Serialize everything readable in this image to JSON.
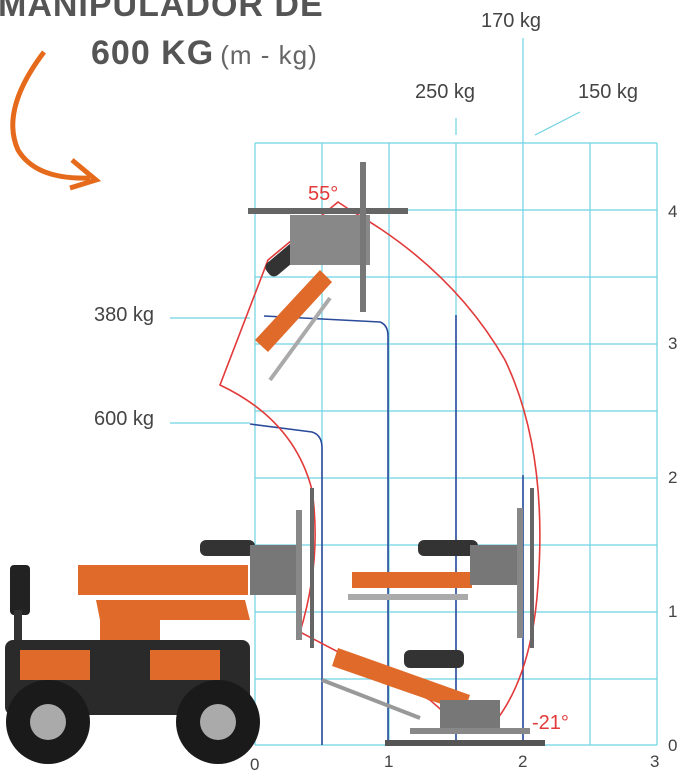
{
  "title": {
    "line1": "MANIPULADOR DE",
    "line2": "600 KG",
    "unit": "(m - kg)"
  },
  "load_labels": {
    "top": "170 kg",
    "left_top": "250 kg",
    "right_top": "150 kg",
    "mid_left": "380 kg",
    "low_left": "600 kg"
  },
  "angles": {
    "max": "55°",
    "min": "-21°"
  },
  "x_ticks": [
    "0",
    "1",
    "2",
    "3"
  ],
  "y_ticks": [
    "0",
    "1",
    "2",
    "3",
    "4"
  ],
  "colors": {
    "grid": "#5fd0e0",
    "envelope": "#e23a3a",
    "load_curve": "#2a4a9a",
    "machine": "#e06a2a",
    "arrow": "#e56a1c",
    "dark": "#222222"
  }
}
